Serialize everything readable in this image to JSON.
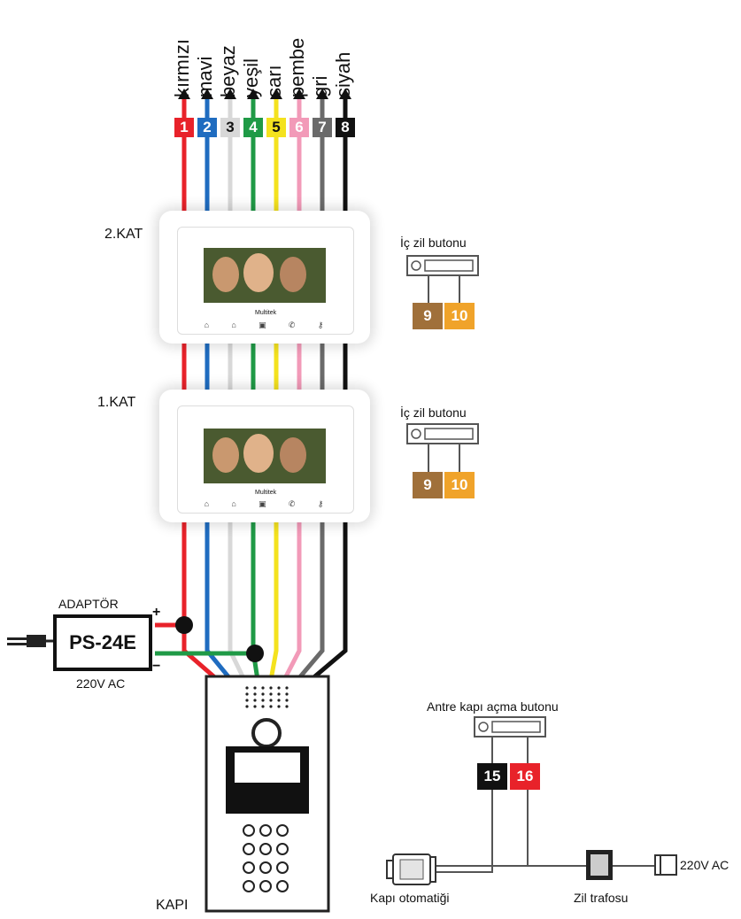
{
  "wires": [
    {
      "number": "1",
      "name": "kırmızı",
      "color": "#e8222a"
    },
    {
      "number": "2",
      "name": "mavi",
      "color": "#1f6cc0"
    },
    {
      "number": "3",
      "name": "beyaz",
      "color": "#d8d8d8"
    },
    {
      "number": "4",
      "name": "yeşil",
      "color": "#1f9a46"
    },
    {
      "number": "5",
      "name": "sarı",
      "color": "#f4e21e"
    },
    {
      "number": "6",
      "name": "pembe",
      "color": "#f29ab8"
    },
    {
      "number": "7",
      "name": "gri",
      "color": "#6a6a6a"
    },
    {
      "number": "8",
      "name": "siyah",
      "color": "#111111"
    }
  ],
  "floors": [
    {
      "label": "2.KAT",
      "button_label": "İç zil butonu",
      "terminals": [
        "9",
        "10"
      ]
    },
    {
      "label": "1.KAT",
      "button_label": "İç zil butonu",
      "terminals": [
        "9",
        "10"
      ]
    }
  ],
  "adapter": {
    "title": "ADAPTÖR",
    "model": "PS-24E",
    "input": "220V AC",
    "plus": "+",
    "minus": "−"
  },
  "door_panel": {
    "label": "KAPI"
  },
  "entrance": {
    "button_label": "Antre kapı açma butonu",
    "terminals": [
      "15",
      "16"
    ]
  },
  "lock": {
    "label": "Kapı otomatiği"
  },
  "transformer": {
    "label": "Zil trafosu",
    "input": "220V AC"
  },
  "monitor_brand": "Multitek",
  "terminal_colors": {
    "t9": "#a0703a",
    "t10": "#f0a32a",
    "t15": "#111111",
    "t16": "#e8222a"
  }
}
